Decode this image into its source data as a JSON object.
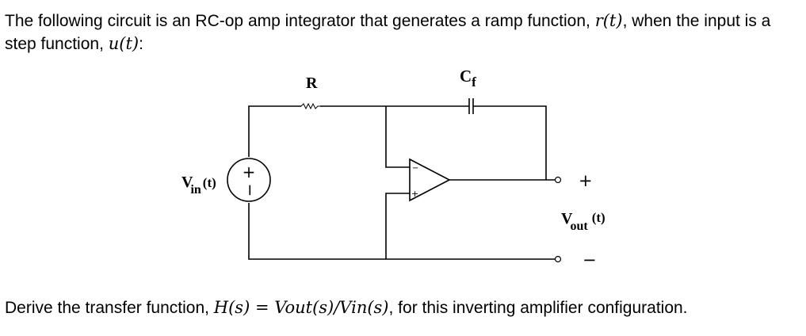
{
  "intro": {
    "text1": "The following circuit is an RC-op amp integrator that generates a ramp function, ",
    "ramp_symbol": "r(t)",
    "text2": ", when the input is a step function, ",
    "step_symbol": "u(t)",
    "text3": ":"
  },
  "circuit": {
    "resistor_label": "R",
    "capacitor_label_main": "C",
    "capacitor_label_sub": "f",
    "source_label_main": "V",
    "source_label_sub": "in",
    "source_label_arg": "(t)",
    "source_plus": "+",
    "source_minus": "−",
    "opamp_minus": "−",
    "opamp_plus": "+",
    "output_plus": "+",
    "output_minus": "−",
    "output_label_main": "V",
    "output_label_sub": "out",
    "output_label_arg": "(t)"
  },
  "question": {
    "text1": "Derive the transfer function, ",
    "transfer_function": "H(s) = Vout(s)/Vin(s)",
    "text2": ", for this inverting amplifier configuration."
  }
}
